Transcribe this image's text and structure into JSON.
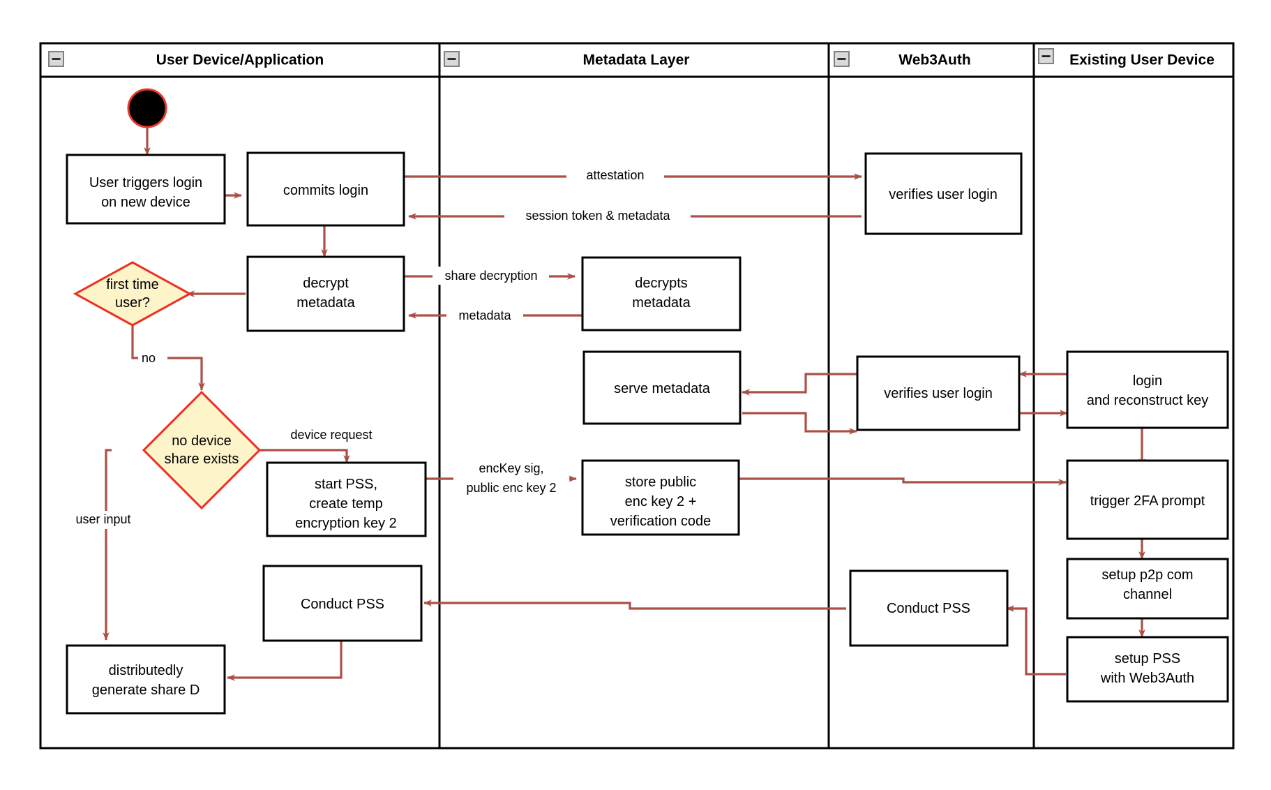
{
  "diagram": {
    "type": "swimlane-activity-flowchart",
    "background": "#ffffff",
    "edge_color": "#ab5046",
    "decision_fill": "#fdf4ca",
    "decision_stroke": "#ed2f20",
    "node_fill": "#ffffff",
    "node_stroke": "#000000"
  },
  "lanes": [
    {
      "id": "lane-user-device",
      "title": "User Device/Application",
      "collapse_icon": "minus-icon"
    },
    {
      "id": "lane-metadata",
      "title": "Metadata Layer",
      "collapse_icon": "minus-icon"
    },
    {
      "id": "lane-web3auth",
      "title": "Web3Auth",
      "collapse_icon": "minus-icon"
    },
    {
      "id": "lane-existing-device",
      "title": "Existing User Device",
      "collapse_icon": "minus-icon"
    }
  ],
  "nodes": [
    {
      "id": "start",
      "shape": "initial-node",
      "label": "",
      "lane": "lane-user-device"
    },
    {
      "id": "user-triggers-login",
      "shape": "rect",
      "lane": "lane-user-device",
      "lines": [
        "User triggers login",
        "on new device"
      ]
    },
    {
      "id": "commits-login",
      "shape": "rect",
      "lane": "lane-user-device",
      "lines": [
        "commits login"
      ]
    },
    {
      "id": "decrypt-metadata",
      "shape": "rect",
      "lane": "lane-user-device",
      "lines": [
        "decrypt",
        "metadata"
      ]
    },
    {
      "id": "first-time-user",
      "shape": "diamond",
      "lane": "lane-user-device",
      "lines": [
        "first time",
        "user?"
      ]
    },
    {
      "id": "no-device-share-exists",
      "shape": "diamond",
      "lane": "lane-user-device",
      "lines": [
        "no device",
        "share exists"
      ]
    },
    {
      "id": "start-pss",
      "shape": "rect",
      "lane": "lane-user-device",
      "lines": [
        "start PSS,",
        "create temp",
        "encryption key 2"
      ]
    },
    {
      "id": "conduct-pss-user",
      "shape": "rect",
      "lane": "lane-user-device",
      "lines": [
        "Conduct PSS"
      ]
    },
    {
      "id": "distributedly-generate-share-d",
      "shape": "rect",
      "lane": "lane-user-device",
      "lines": [
        "distributedly",
        "generate share D"
      ]
    },
    {
      "id": "decrypts-metadata",
      "shape": "rect",
      "lane": "lane-metadata",
      "lines": [
        "decrypts",
        "metadata"
      ]
    },
    {
      "id": "serve-metadata",
      "shape": "rect",
      "lane": "lane-metadata",
      "lines": [
        "serve metadata"
      ]
    },
    {
      "id": "store-public-enc-key",
      "shape": "rect",
      "lane": "lane-metadata",
      "lines": [
        "store public",
        "enc key 2 +",
        "verification code"
      ]
    },
    {
      "id": "verifies-user-login-top",
      "shape": "rect",
      "lane": "lane-web3auth",
      "lines": [
        "verifies user login"
      ]
    },
    {
      "id": "verifies-user-login-mid",
      "shape": "rect",
      "lane": "lane-web3auth",
      "lines": [
        "verifies user login"
      ]
    },
    {
      "id": "conduct-pss-web3auth",
      "shape": "rect",
      "lane": "lane-web3auth",
      "lines": [
        "Conduct PSS"
      ]
    },
    {
      "id": "login-reconstruct-key",
      "shape": "rect",
      "lane": "lane-existing-device",
      "lines": [
        "login",
        "and reconstruct key"
      ]
    },
    {
      "id": "trigger-2fa-prompt",
      "shape": "rect",
      "lane": "lane-existing-device",
      "lines": [
        "trigger 2FA prompt"
      ]
    },
    {
      "id": "setup-p2p-com-channel",
      "shape": "rect",
      "lane": "lane-existing-device",
      "lines": [
        "setup p2p com",
        "channel"
      ]
    },
    {
      "id": "setup-pss-with-web3auth",
      "shape": "rect",
      "lane": "lane-existing-device",
      "lines": [
        "setup PSS",
        "with Web3Auth"
      ]
    }
  ],
  "edge_labels": [
    {
      "id": "edge-attestation",
      "text": "attestation"
    },
    {
      "id": "edge-session-token",
      "text": "session token & metadata"
    },
    {
      "id": "edge-share-decryption",
      "text": "share decryption"
    },
    {
      "id": "edge-metadata",
      "text": "metadata"
    },
    {
      "id": "edge-no",
      "text": "no"
    },
    {
      "id": "edge-device-request",
      "text": "device request"
    },
    {
      "id": "edge-user-input",
      "text": "user input"
    },
    {
      "id": "edge-enckey-sig-1",
      "text": "encKey sig,"
    },
    {
      "id": "edge-enckey-sig-2",
      "text": "public enc key 2"
    }
  ]
}
